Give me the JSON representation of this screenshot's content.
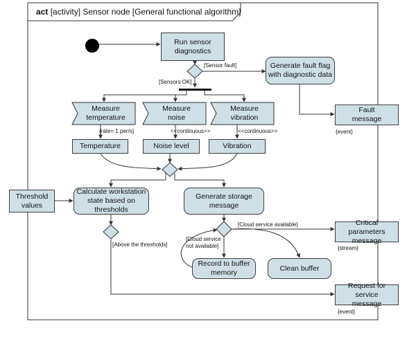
{
  "frame": {
    "keyword": "act",
    "title_rest": "[activity] Sensor node [General functional algorithm]"
  },
  "nodes": {
    "run_diagnostics": "Run sensor\ndiagnostics",
    "generate_fault_flag": "Generate fault flag\nwith diagnostic data",
    "fault_message": "Fault\nmessage",
    "measure_temperature": "Measure\ntemperature",
    "measure_noise": "Measure\nnoise",
    "measure_vibration": "Measure\nvibration",
    "temperature": "Temperature",
    "noise_level": "Noise level",
    "vibration": "Vibration",
    "threshold_values": "Threshold\nvalues",
    "calculate_state": "Calculate workstation\nstate based on\nthresholds",
    "generate_storage": "Generate storage\nmessage",
    "critical_parameters": "Critical parameters\nmessage",
    "record_buffer": "Record to buffer\nmemory",
    "clean_buffer": "Clean buffer",
    "request_service": "Request for service\nmessage"
  },
  "labels": {
    "sensor_fault": "[Sensor fault]",
    "sensors_ok": "[Sensors OK]",
    "rate": "{rate= 1 per/s}",
    "continuous_noise": "<<continuous>>",
    "continuous_vibration": "<<continuous>>",
    "event_fault": "{event}",
    "cloud_available": "[Cloud service available]",
    "cloud_not_available": "[Cloud service\nnot available]",
    "stream": "{stream}",
    "above_thresholds": "[Above the thresholds]",
    "event_request": "{event}"
  },
  "colors": {
    "node_fill": "#cfdfe6",
    "line": "#3d3d3d"
  }
}
